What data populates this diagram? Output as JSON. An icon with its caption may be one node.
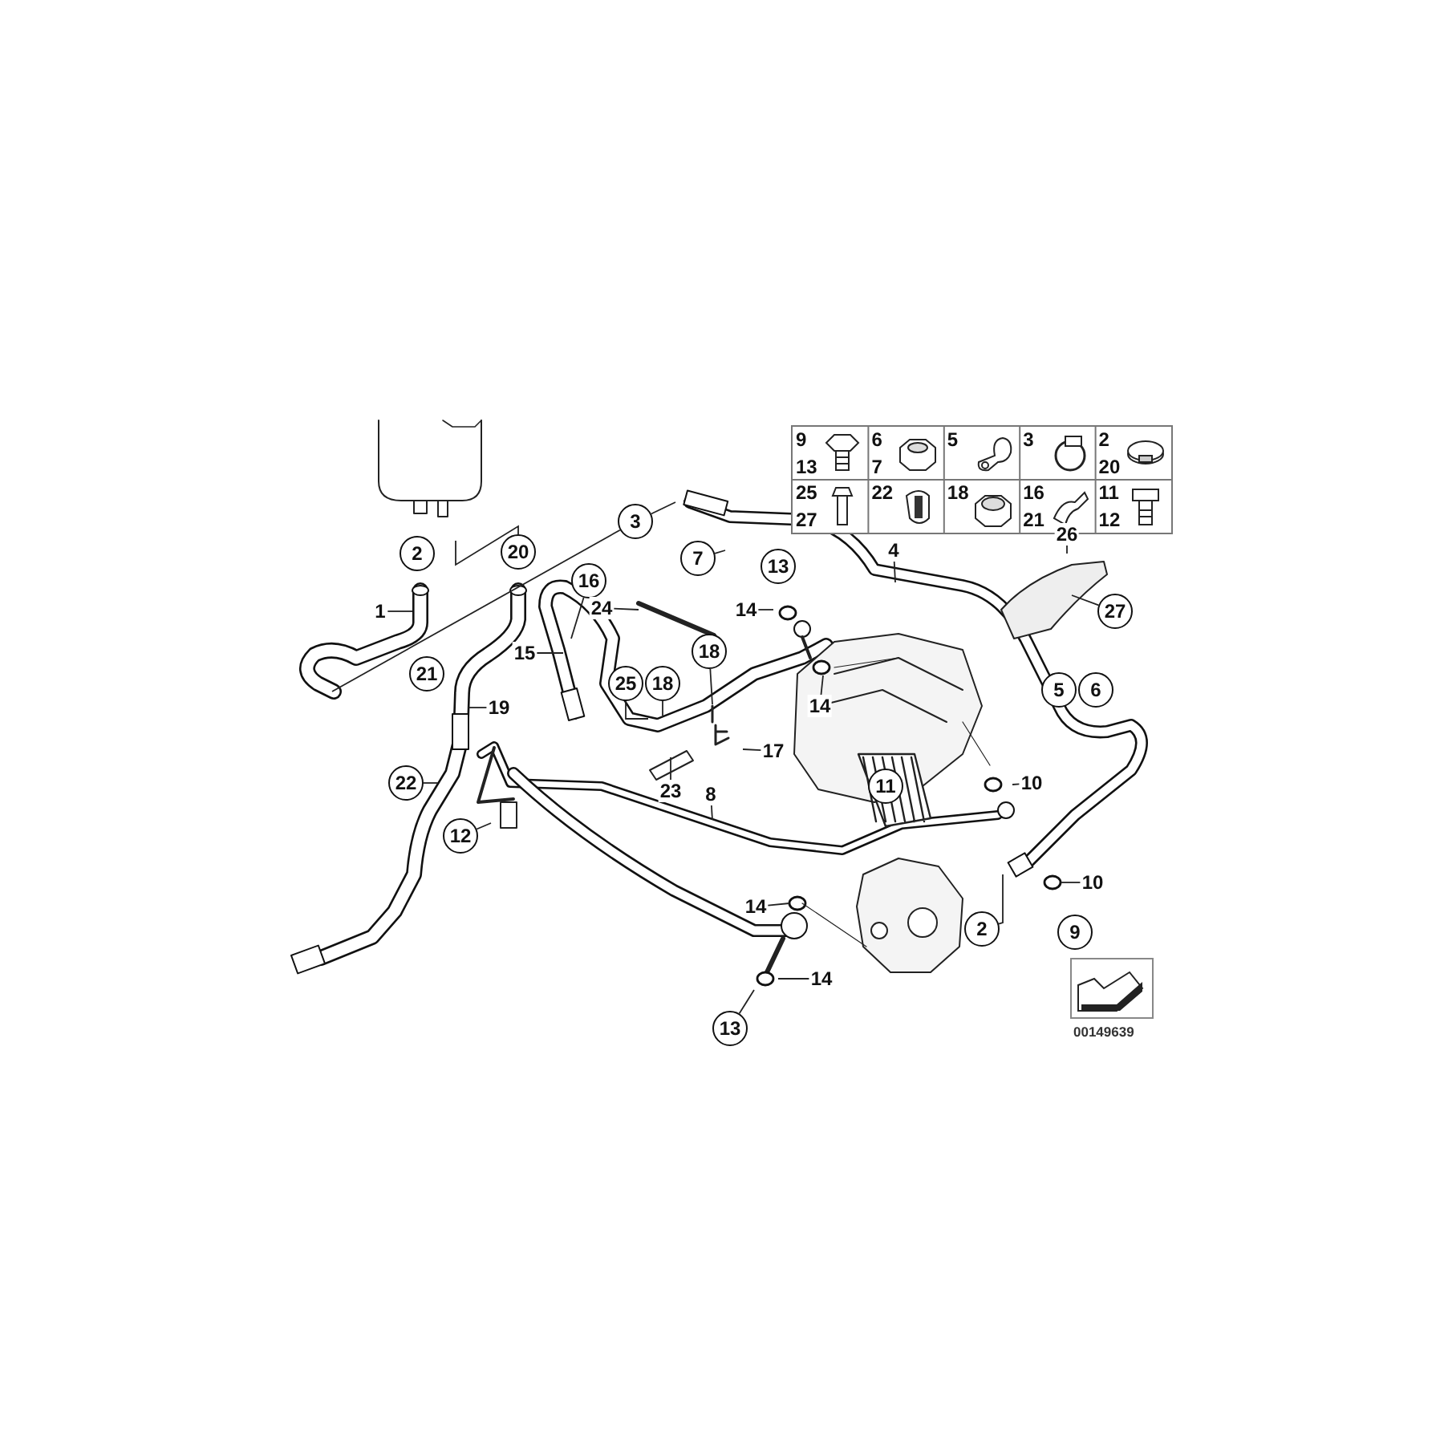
{
  "diagram": {
    "nodes": [
      {
        "text": [
          "3"
        ]
      },
      {
        "text": [
          "2"
        ]
      },
      {
        "text": [
          "20"
        ]
      },
      {
        "text": [
          "4"
        ]
      },
      {
        "text": [
          "26"
        ]
      },
      {
        "text": [
          "7"
        ]
      },
      {
        "text": [
          "16"
        ]
      },
      {
        "text": [
          "13"
        ]
      },
      {
        "text": [
          "1"
        ]
      },
      {
        "text": [
          "24"
        ]
      },
      {
        "text": [
          "14"
        ]
      },
      {
        "text": [
          "27"
        ]
      },
      {
        "text": [
          "15"
        ]
      },
      {
        "text": [
          "18"
        ]
      },
      {
        "text": [
          "5"
        ]
      },
      {
        "text": [
          "6"
        ]
      },
      {
        "text": [
          "21"
        ]
      },
      {
        "text": [
          "25"
        ]
      },
      {
        "text": [
          "18"
        ]
      },
      {
        "text": [
          "14"
        ]
      },
      {
        "text": [
          "19"
        ]
      },
      {
        "text": [
          "17"
        ]
      },
      {
        "text": [
          "22"
        ]
      },
      {
        "text": [
          "10"
        ]
      },
      {
        "text": [
          "11"
        ]
      },
      {
        "text": [
          "23"
        ]
      },
      {
        "text": [
          "8"
        ]
      },
      {
        "text": [
          "12"
        ]
      },
      {
        "text": [
          "10"
        ]
      },
      {
        "text": [
          "14"
        ]
      },
      {
        "text": [
          "9"
        ]
      },
      {
        "text": [
          "2"
        ]
      },
      {
        "text": [
          "14"
        ]
      },
      {
        "text": [
          "13"
        ]
      }
    ],
    "edges": [
      {
        "from": 0,
        "to": null,
        "arrow": "none"
      },
      {
        "from": 0,
        "to": null,
        "arrow": "none"
      },
      {
        "from": 2,
        "to": null,
        "arrow": "none"
      },
      {
        "from": 3,
        "to": null,
        "arrow": "none"
      },
      {
        "from": 4,
        "to": null,
        "arrow": "none"
      },
      {
        "from": 5,
        "to": null,
        "arrow": "none"
      },
      {
        "from": 6,
        "to": null,
        "arrow": "none"
      },
      {
        "from": 8,
        "to": null,
        "arrow": "none"
      },
      {
        "from": 9,
        "to": null,
        "arrow": "none"
      },
      {
        "from": 10,
        "to": null,
        "arrow": "none"
      },
      {
        "from": 11,
        "to": null,
        "arrow": "none"
      },
      {
        "from": 12,
        "to": null,
        "arrow": "none"
      },
      {
        "from": 13,
        "to": null,
        "arrow": "none"
      },
      {
        "from": 17,
        "to": null,
        "arrow": "none"
      },
      {
        "from": 18,
        "to": null,
        "arrow": "none"
      },
      {
        "from": 19,
        "to": null,
        "arrow": "none"
      },
      {
        "from": 20,
        "to": null,
        "arrow": "none"
      },
      {
        "from": 21,
        "to": null,
        "arrow": "none"
      },
      {
        "from": 22,
        "to": null,
        "arrow": "none"
      },
      {
        "from": 23,
        "to": null,
        "arrow": "none"
      },
      {
        "from": 25,
        "to": null,
        "arrow": "none"
      },
      {
        "from": 26,
        "to": null,
        "arrow": "none"
      },
      {
        "from": 27,
        "to": null,
        "arrow": "none"
      },
      {
        "from": 28,
        "to": null,
        "arrow": "none"
      },
      {
        "from": 29,
        "to": null,
        "arrow": "none"
      },
      {
        "from": 31,
        "to": null,
        "arrow": "none"
      },
      {
        "from": 32,
        "to": null,
        "arrow": "none"
      },
      {
        "from": 33,
        "to": null,
        "arrow": "none"
      }
    ],
    "labels": [
      "9",
      "13",
      "6",
      "7",
      "5",
      "3",
      "2",
      "20",
      "25",
      "27",
      "22",
      "18",
      "16",
      "21",
      "11",
      "12",
      "00149639"
    ]
  }
}
